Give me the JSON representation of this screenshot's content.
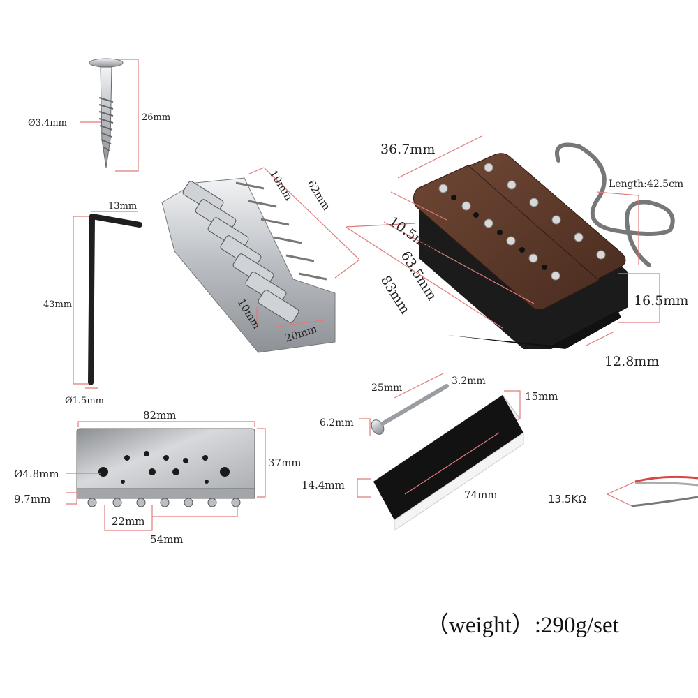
{
  "colors": {
    "dimension_line": "#e07a7a",
    "chrome": "#c9ccd0",
    "wood": "#5b3a2a",
    "black": "#1a1a1a"
  },
  "labels": {
    "screw_diameter": "Ø3.4mm",
    "screw_length": "26mm",
    "wrench_width": "13mm",
    "wrench_length": "43mm",
    "wrench_diameter": "Ø1.5mm",
    "bridge_saddle_width": "10mm",
    "bridge_length": "62mm",
    "bridge_saddle_width_lower": "10mm",
    "bridge_depth": "20mm",
    "pickup_width": "36.7mm",
    "cable_length": "Length:42.5cm",
    "pickup_inner": "10.5mm",
    "pickup_pole_span": "63.5mm",
    "pickup_total": "83mm",
    "pickup_height": "16.5mm",
    "pickup_tab": "12.8mm",
    "baseplate_width": "82mm",
    "baseplate_height": "37mm",
    "baseplate_hole": "Ø4.8mm",
    "baseplate_thickness": "9.7mm",
    "baseplate_spacing": "22mm",
    "baseplate_span": "54mm",
    "long_screw_length": "25mm",
    "long_screw_diameter": "3.2mm",
    "long_screw_head": "6.2mm",
    "foam_depth": "15mm",
    "foam_height": "14.4mm",
    "foam_length": "74mm",
    "resistance": "13.5KΩ"
  },
  "footer": {
    "weight": "（weight）:290g/set"
  }
}
